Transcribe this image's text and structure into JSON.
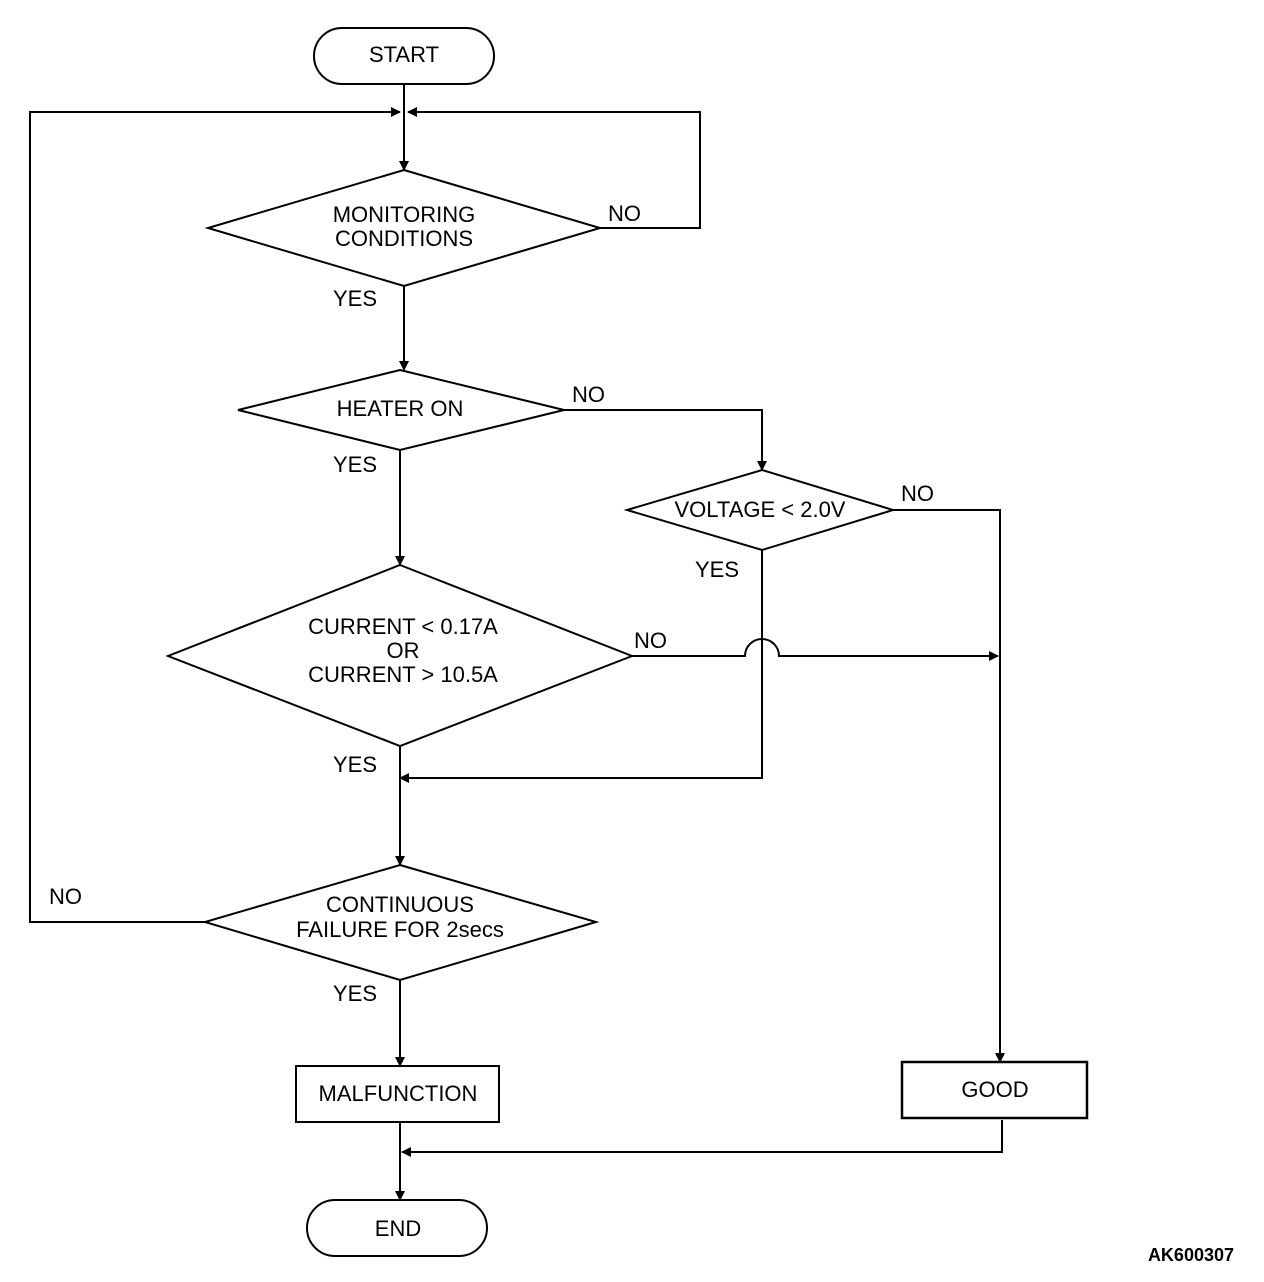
{
  "start_label": "START",
  "end_label": "END",
  "decisions": {
    "monitoring": [
      "MONITORING",
      "CONDITIONS"
    ],
    "heater": [
      "HEATER ON"
    ],
    "current": [
      "CURRENT < 0.17A",
      "OR",
      "CURRENT > 10.5A"
    ],
    "voltage": [
      "VOLTAGE < 2.0V"
    ],
    "continuous": [
      "CONTINUOUS",
      "FAILURE FOR 2secs"
    ]
  },
  "results": {
    "malfunction": "MALFUNCTION",
    "good": "GOOD"
  },
  "branch_labels": {
    "monitoring_no": "NO",
    "monitoring_yes": "YES",
    "heater_no": "NO",
    "heater_yes": "YES",
    "voltage_no": "NO",
    "voltage_yes": "YES",
    "current_no": "NO",
    "current_yes": "YES",
    "continuous_no": "NO",
    "continuous_yes": "YES"
  },
  "reference_code": "AK600307"
}
